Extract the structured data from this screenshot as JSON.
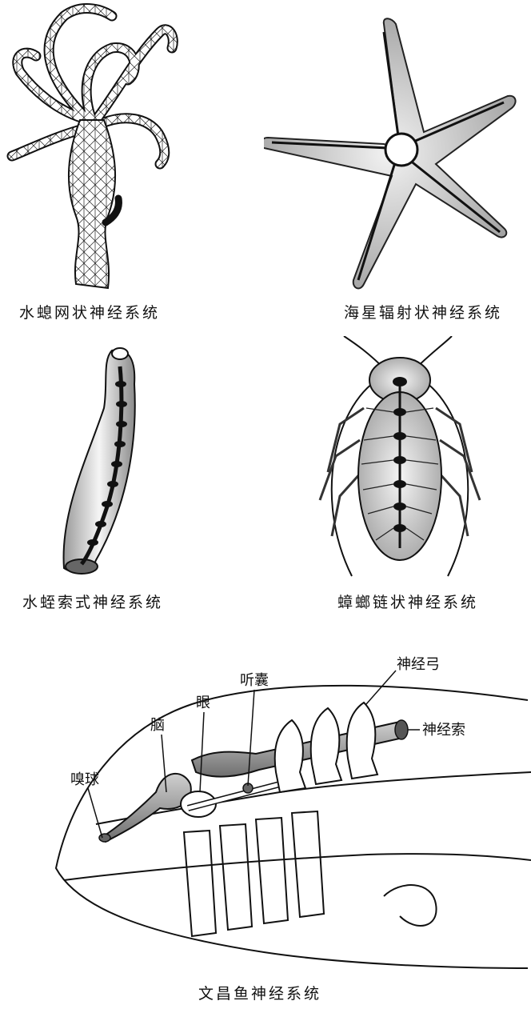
{
  "figures": {
    "hydra": {
      "caption": "水螅网状神经系统"
    },
    "starfish": {
      "caption": "海星辐射状神经系统"
    },
    "leech": {
      "caption": "水蛭索式神经系统"
    },
    "cockroach": {
      "caption": "蟑螂链状神经系统"
    },
    "amphioxus": {
      "caption": "文昌鱼神经系统",
      "labels": {
        "olfactory_bulb": "嗅球",
        "brain": "脑",
        "eye": "眼",
        "otocyst": "听囊",
        "neural_arch": "神经弓",
        "nerve_cord": "神经索"
      }
    }
  }
}
